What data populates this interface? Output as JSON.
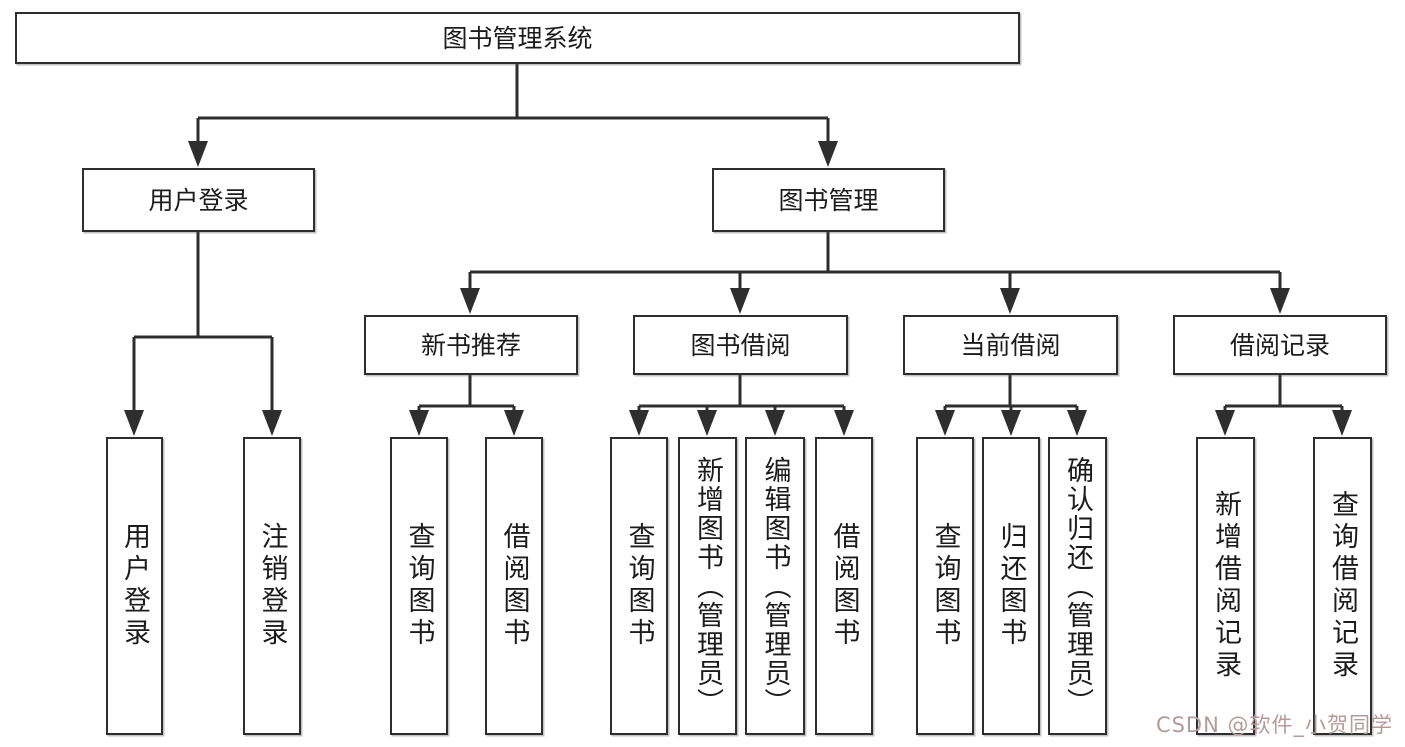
{
  "diagram": {
    "root": {
      "label": "图书管理系统"
    },
    "level2": [
      {
        "label": "用户登录"
      },
      {
        "label": "图书管理"
      }
    ],
    "level3": [
      {
        "label": "新书推荐"
      },
      {
        "label": "图书借阅"
      },
      {
        "label": "当前借阅"
      },
      {
        "label": "借阅记录"
      }
    ],
    "leaves": {
      "user_login": [
        "用户登录",
        "注销登录"
      ],
      "new_book_recommend": [
        "查询图书",
        "借阅图书"
      ],
      "book_borrow": [
        "查询图书",
        "新增图书（管理员）",
        "编辑图书（管理员）",
        "借阅图书"
      ],
      "current_borrow": [
        "查询图书",
        "归还图书",
        "确认归还（管理员）"
      ],
      "borrow_records": [
        "新增借阅记录",
        "查询借阅记录"
      ]
    }
  },
  "style_tokens": {
    "line_color": "#2e2e2e",
    "box_background": "#ffffff",
    "text_color": "#1c1c1c",
    "watermark_color": "#b59a9a"
  },
  "watermark": {
    "text": "CSDN @软件_小贺同学"
  }
}
